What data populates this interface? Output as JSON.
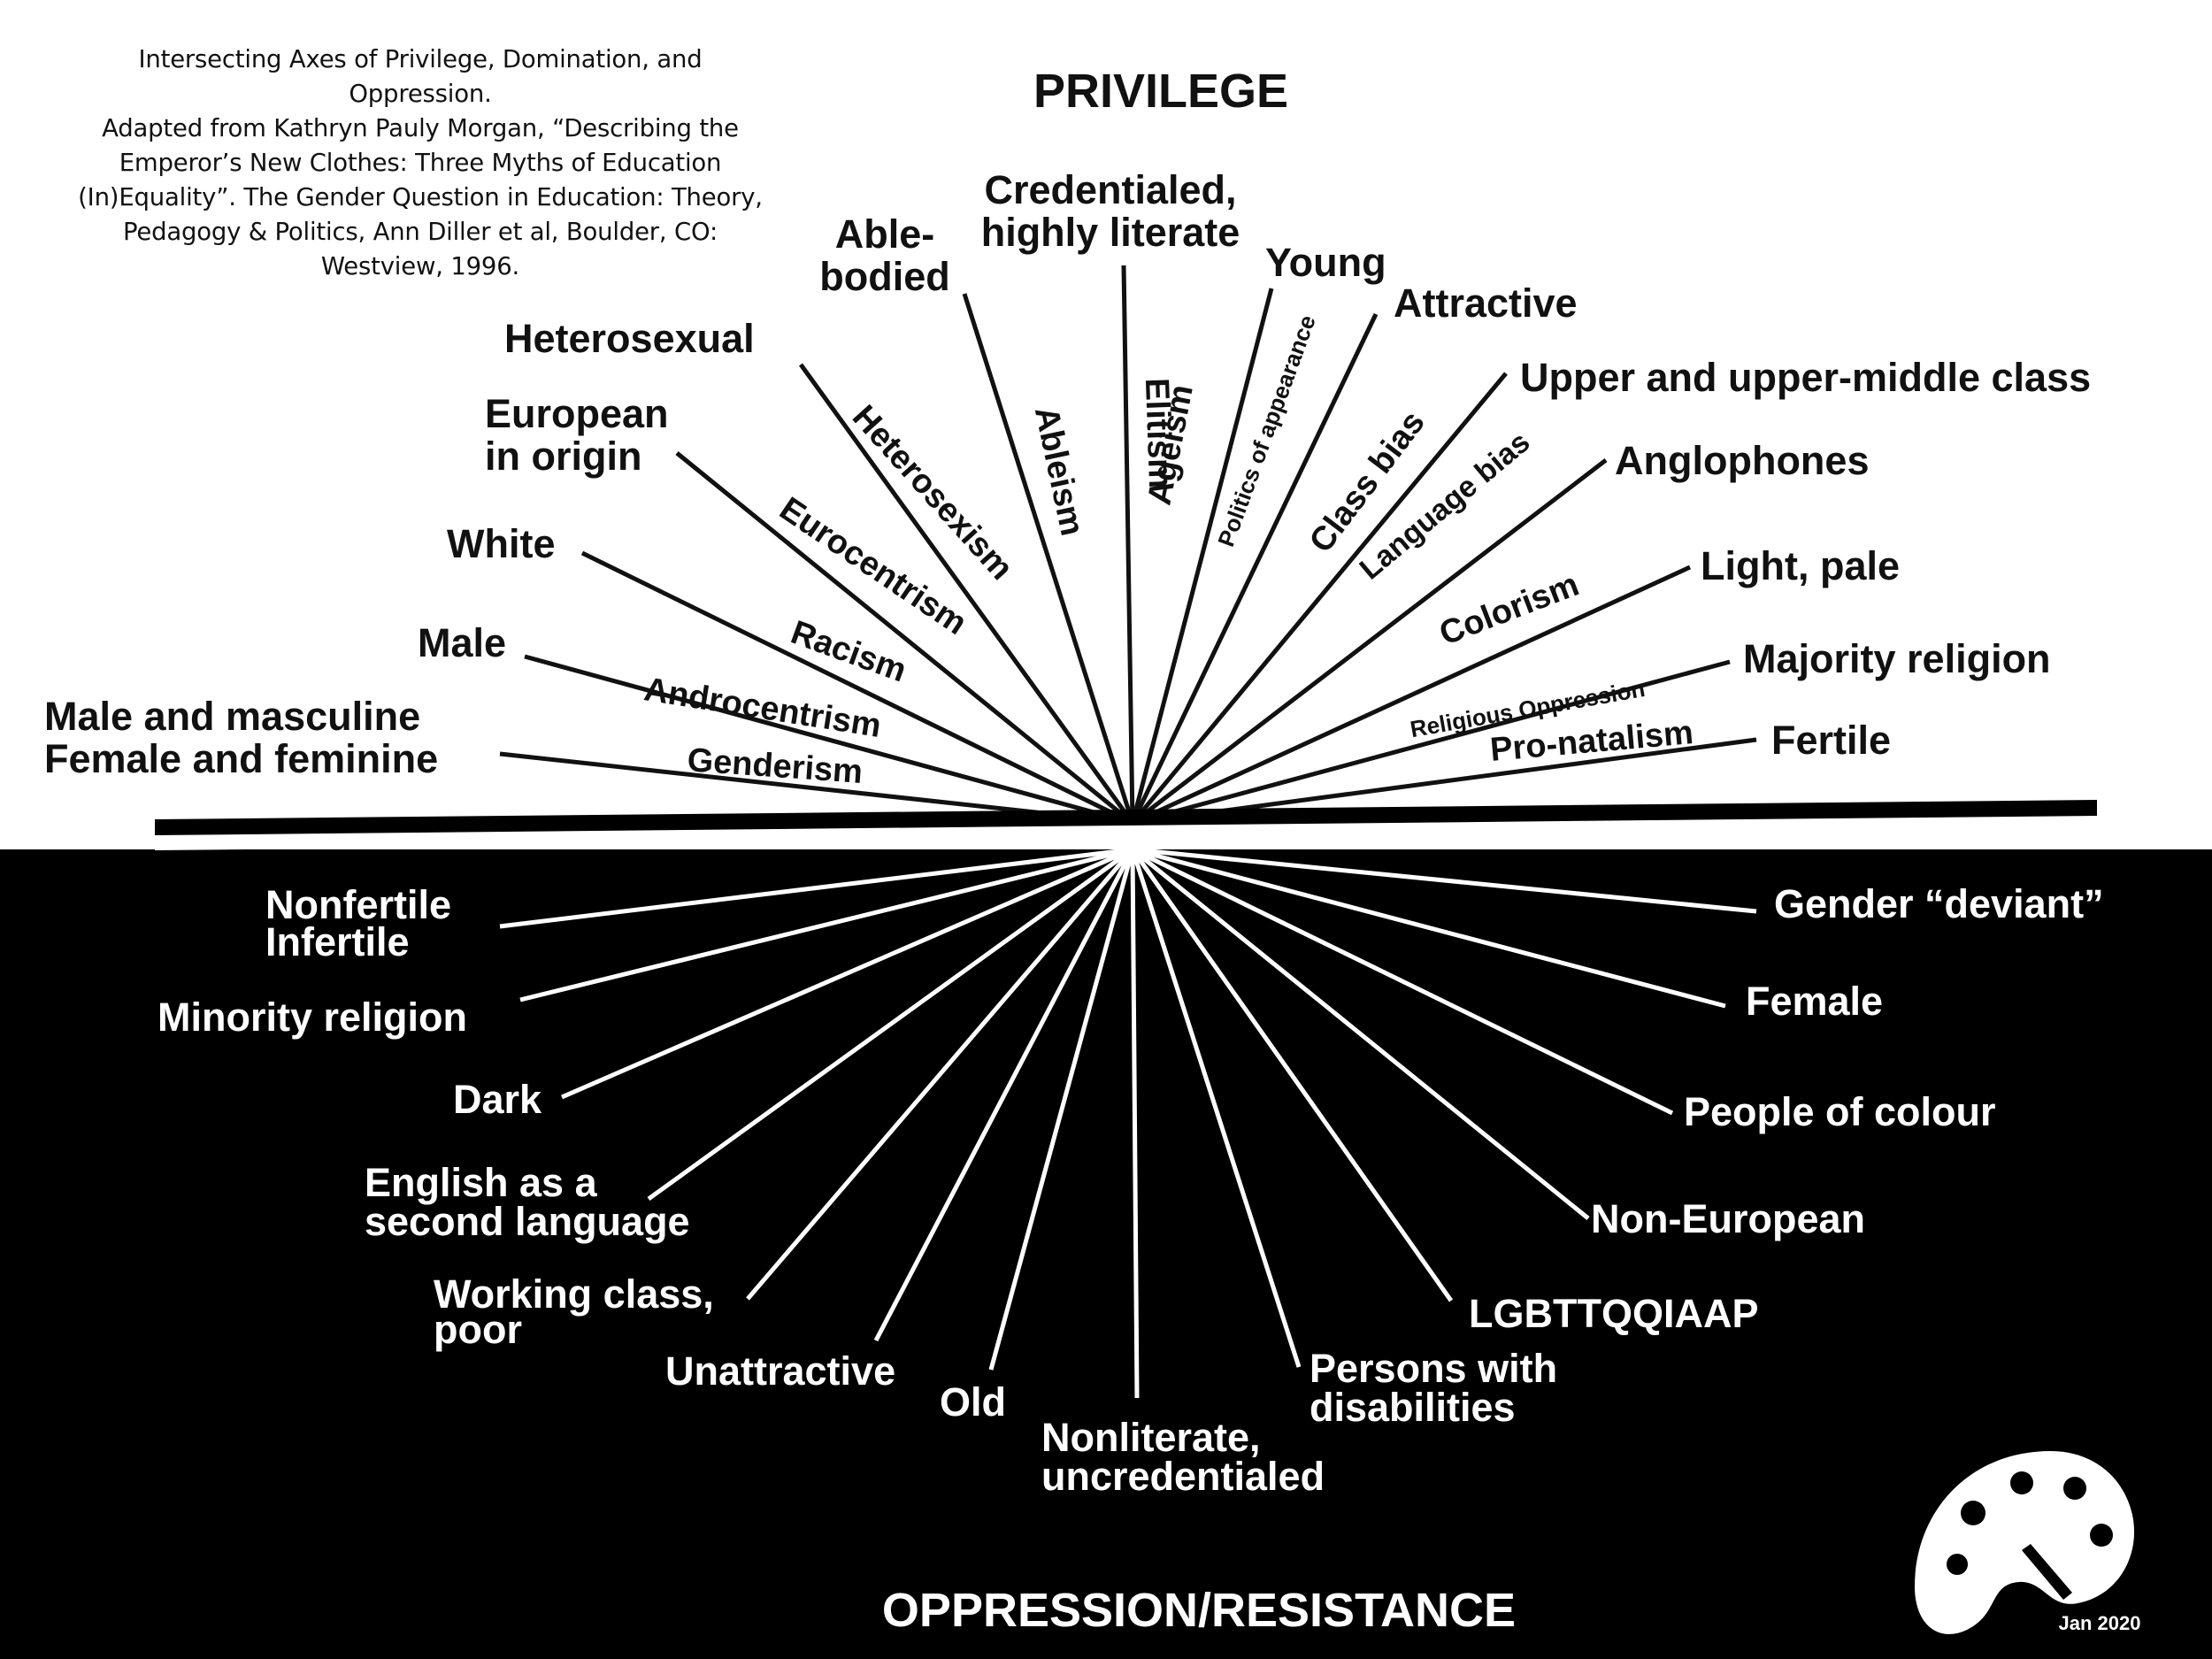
{
  "citation": {
    "lines": [
      "Intersecting Axes of Privilege, Domination, and",
      "Oppression.",
      "Adapted from Kathryn Pauly Morgan, “Describing the",
      "Emperor’s New Clothes: Three Myths of Education",
      "(In)Equality”. The Gender Question in Education: Theory,",
      "Pedagogy & Politics, Ann Diller et al, Boulder, CO:",
      "Westview, 1996."
    ]
  },
  "headings": {
    "top": "PRIVILEGE",
    "bottom": "OPPRESSION/RESISTANCE"
  },
  "date": "Jan 2020",
  "colors": {
    "privilege_bg": "#ffffff",
    "oppression_bg": "#000000",
    "privilege_ink": "#111111",
    "oppression_ink": "#ffffff"
  },
  "logo_icon": "palette-icon",
  "privilege_labels": [
    [
      "Male and masculine",
      "Female and feminine"
    ],
    [
      "Male"
    ],
    [
      "White"
    ],
    [
      "European",
      "in origin"
    ],
    [
      "Heterosexual"
    ],
    [
      "Able-",
      "bodied"
    ],
    [
      "Credentialed,",
      "highly literate"
    ],
    [
      "Young"
    ],
    [
      "Attractive"
    ],
    [
      "Upper and upper-middle class"
    ],
    [
      "Anglophones"
    ],
    [
      "Light, pale"
    ],
    [
      "Majority religion"
    ],
    [
      "Fertile"
    ]
  ],
  "axis_labels": [
    "Genderism",
    "Androcentrism",
    "Racism",
    "Eurocentrism",
    "Heterosexism",
    "Ableism",
    "Elitism",
    "Ageism",
    "Politics of appearance",
    "Class bias",
    "Language bias",
    "Colorism",
    "Religious Oppression",
    "Pro-natalism"
  ],
  "oppression_labels": [
    [
      "Nonfertile",
      "Infertile"
    ],
    [
      "Minority religion"
    ],
    [
      "Dark"
    ],
    [
      "English as a",
      "second language"
    ],
    [
      "Working class,",
      "poor"
    ],
    [
      "Unattractive"
    ],
    [
      "Old"
    ],
    [
      "Nonliterate,",
      "uncredentialed"
    ],
    [
      "Persons with",
      "disabilities"
    ],
    [
      "LGBTTQQIAAP"
    ],
    [
      "Non-European"
    ],
    [
      "People of colour"
    ],
    [
      "Female"
    ],
    [
      "Gender “deviant”"
    ]
  ]
}
